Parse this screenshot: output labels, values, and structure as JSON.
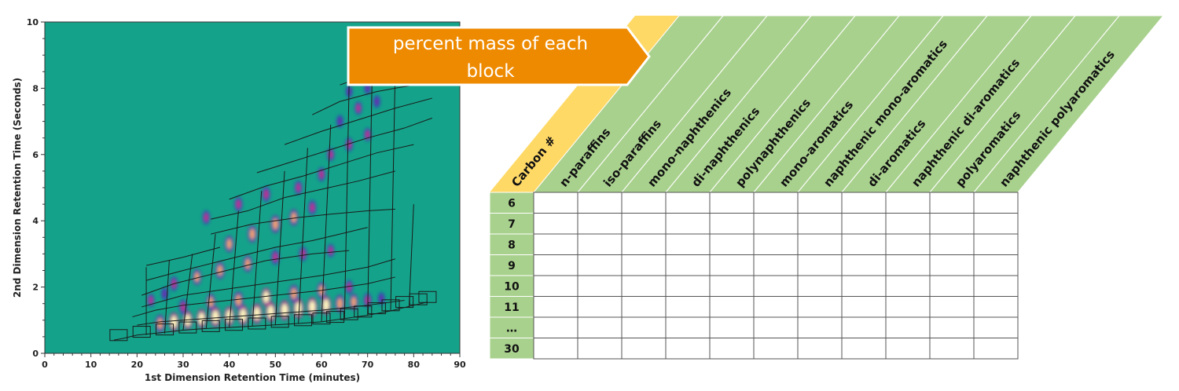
{
  "chart_data": {
    "type": "heatmap",
    "xlabel": "1st Dimension Retention Time (minutes)",
    "ylabel": "2nd Dimension Retention Time (Seconds)",
    "xlim": [
      0,
      90
    ],
    "ylim": [
      0,
      10
    ],
    "x_ticks": [
      "0",
      "10",
      "20",
      "30",
      "40",
      "50",
      "60",
      "70",
      "80",
      "90"
    ],
    "y_ticks": [
      "0",
      "2",
      "4",
      "6",
      "8",
      "10"
    ],
    "background_color": "#14a38a",
    "intensity_colors": [
      "#2b3fb8",
      "#6a2fb0",
      "#c03090",
      "#f0a070",
      "#fff6c0"
    ],
    "region_outline_color": "#1a1a1a",
    "boxes": [
      {
        "x": 16,
        "y": 0.55
      },
      {
        "x": 21,
        "y": 0.65
      },
      {
        "x": 26,
        "y": 0.72
      },
      {
        "x": 31,
        "y": 0.78
      },
      {
        "x": 36,
        "y": 0.82
      },
      {
        "x": 41,
        "y": 0.86
      },
      {
        "x": 46,
        "y": 0.9
      },
      {
        "x": 51,
        "y": 0.95
      },
      {
        "x": 56,
        "y": 1.0
      },
      {
        "x": 60,
        "y": 1.05
      },
      {
        "x": 63,
        "y": 1.1
      },
      {
        "x": 66,
        "y": 1.18
      },
      {
        "x": 69,
        "y": 1.26
      },
      {
        "x": 72,
        "y": 1.36
      },
      {
        "x": 75,
        "y": 1.45
      },
      {
        "x": 78,
        "y": 1.55
      },
      {
        "x": 81,
        "y": 1.63
      },
      {
        "x": 83,
        "y": 1.7
      }
    ],
    "blobs": [
      {
        "x": 25,
        "y": 0.9,
        "i": 0.8
      },
      {
        "x": 28,
        "y": 0.95,
        "i": 0.9
      },
      {
        "x": 31,
        "y": 1.0,
        "i": 0.85
      },
      {
        "x": 34,
        "y": 1.05,
        "i": 0.9
      },
      {
        "x": 37,
        "y": 1.1,
        "i": 1.0
      },
      {
        "x": 40,
        "y": 1.12,
        "i": 0.95
      },
      {
        "x": 43,
        "y": 1.15,
        "i": 1.0
      },
      {
        "x": 46,
        "y": 1.2,
        "i": 1.0
      },
      {
        "x": 49,
        "y": 1.25,
        "i": 1.0
      },
      {
        "x": 52,
        "y": 1.3,
        "i": 1.0
      },
      {
        "x": 55,
        "y": 1.35,
        "i": 1.0
      },
      {
        "x": 58,
        "y": 1.4,
        "i": 0.95
      },
      {
        "x": 61,
        "y": 1.45,
        "i": 0.9
      },
      {
        "x": 64,
        "y": 1.5,
        "i": 0.8
      },
      {
        "x": 67,
        "y": 1.55,
        "i": 0.7
      },
      {
        "x": 70,
        "y": 1.6,
        "i": 0.55
      },
      {
        "x": 73,
        "y": 1.65,
        "i": 0.4
      },
      {
        "x": 30,
        "y": 1.4,
        "i": 0.6
      },
      {
        "x": 36,
        "y": 1.55,
        "i": 0.7
      },
      {
        "x": 42,
        "y": 1.6,
        "i": 0.8
      },
      {
        "x": 48,
        "y": 1.7,
        "i": 0.85
      },
      {
        "x": 54,
        "y": 1.8,
        "i": 0.8
      },
      {
        "x": 60,
        "y": 1.9,
        "i": 0.7
      },
      {
        "x": 66,
        "y": 2.0,
        "i": 0.5
      },
      {
        "x": 28,
        "y": 2.1,
        "i": 0.55
      },
      {
        "x": 33,
        "y": 2.3,
        "i": 0.65
      },
      {
        "x": 38,
        "y": 2.5,
        "i": 0.75
      },
      {
        "x": 44,
        "y": 2.7,
        "i": 0.7
      },
      {
        "x": 50,
        "y": 2.9,
        "i": 0.6
      },
      {
        "x": 56,
        "y": 3.0,
        "i": 0.55
      },
      {
        "x": 62,
        "y": 3.1,
        "i": 0.45
      },
      {
        "x": 40,
        "y": 3.3,
        "i": 0.7
      },
      {
        "x": 45,
        "y": 3.6,
        "i": 0.75
      },
      {
        "x": 50,
        "y": 3.9,
        "i": 0.8
      },
      {
        "x": 54,
        "y": 4.1,
        "i": 0.7
      },
      {
        "x": 58,
        "y": 4.4,
        "i": 0.55
      },
      {
        "x": 35,
        "y": 4.1,
        "i": 0.5
      },
      {
        "x": 42,
        "y": 4.5,
        "i": 0.55
      },
      {
        "x": 48,
        "y": 4.8,
        "i": 0.6
      },
      {
        "x": 55,
        "y": 5.0,
        "i": 0.5
      },
      {
        "x": 60,
        "y": 5.4,
        "i": 0.5
      },
      {
        "x": 62,
        "y": 6.0,
        "i": 0.45
      },
      {
        "x": 66,
        "y": 6.3,
        "i": 0.5
      },
      {
        "x": 70,
        "y": 6.6,
        "i": 0.45
      },
      {
        "x": 64,
        "y": 7.0,
        "i": 0.4
      },
      {
        "x": 68,
        "y": 7.4,
        "i": 0.45
      },
      {
        "x": 72,
        "y": 7.6,
        "i": 0.4
      },
      {
        "x": 66,
        "y": 7.9,
        "i": 0.35
      },
      {
        "x": 70,
        "y": 8.0,
        "i": 0.35
      },
      {
        "x": 23,
        "y": 1.6,
        "i": 0.45
      },
      {
        "x": 26,
        "y": 1.8,
        "i": 0.4
      }
    ],
    "outline_polylines": [
      [
        [
          15,
          0.4
        ],
        [
          17,
          0.45
        ],
        [
          20,
          0.55
        ],
        [
          25,
          0.62
        ],
        [
          30,
          0.7
        ],
        [
          35,
          0.75
        ],
        [
          40,
          0.78
        ],
        [
          45,
          0.82
        ],
        [
          50,
          0.86
        ],
        [
          55,
          0.9
        ],
        [
          60,
          0.95
        ],
        [
          65,
          1.05
        ],
        [
          70,
          1.15
        ],
        [
          75,
          1.28
        ],
        [
          80,
          1.45
        ],
        [
          83,
          1.55
        ]
      ],
      [
        [
          20,
          0.85
        ],
        [
          25,
          0.95
        ],
        [
          30,
          1.0
        ],
        [
          40,
          1.1
        ],
        [
          50,
          1.2
        ],
        [
          60,
          1.3
        ],
        [
          70,
          1.45
        ],
        [
          78,
          1.6
        ]
      ],
      [
        [
          19,
          1.1
        ],
        [
          24,
          1.3
        ],
        [
          30,
          1.45
        ],
        [
          40,
          1.6
        ],
        [
          50,
          1.75
        ],
        [
          60,
          1.9
        ],
        [
          70,
          2.1
        ],
        [
          76,
          2.3
        ]
      ],
      [
        [
          21,
          1.4
        ],
        [
          30,
          1.75
        ],
        [
          40,
          1.95
        ],
        [
          50,
          2.15
        ],
        [
          60,
          2.35
        ],
        [
          70,
          2.6
        ],
        [
          76,
          2.85
        ]
      ],
      [
        [
          21,
          1.75
        ],
        [
          28,
          2.1
        ],
        [
          38,
          2.45
        ],
        [
          48,
          2.8
        ],
        [
          58,
          3.0
        ],
        [
          66,
          3.1
        ]
      ],
      [
        [
          22,
          2.2
        ],
        [
          30,
          2.5
        ],
        [
          40,
          2.85
        ],
        [
          50,
          3.2
        ],
        [
          58,
          3.4
        ],
        [
          64,
          3.6
        ],
        [
          70,
          3.8
        ]
      ],
      [
        [
          22,
          2.65
        ],
        [
          30,
          2.9
        ],
        [
          38,
          3.2
        ]
      ],
      [
        [
          36,
          3.6
        ],
        [
          45,
          3.9
        ],
        [
          55,
          4.1
        ],
        [
          62,
          4.2
        ],
        [
          70,
          4.3
        ],
        [
          76,
          4.35
        ]
      ],
      [
        [
          36,
          4.05
        ],
        [
          44,
          4.3
        ],
        [
          52,
          4.7
        ],
        [
          60,
          4.95
        ],
        [
          68,
          5.2
        ],
        [
          76,
          5.5
        ]
      ],
      [
        [
          40,
          4.65
        ],
        [
          48,
          5.05
        ],
        [
          56,
          5.35
        ],
        [
          64,
          5.7
        ],
        [
          72,
          6.05
        ],
        [
          80,
          6.3
        ]
      ],
      [
        [
          46,
          5.45
        ],
        [
          54,
          5.8
        ],
        [
          62,
          6.15
        ],
        [
          70,
          6.5
        ],
        [
          78,
          6.8
        ],
        [
          84,
          7.1
        ]
      ],
      [
        [
          52,
          6.3
        ],
        [
          60,
          6.7
        ],
        [
          68,
          7.05
        ],
        [
          76,
          7.4
        ],
        [
          84,
          7.7
        ]
      ],
      [
        [
          58,
          7.2
        ],
        [
          64,
          7.6
        ],
        [
          72,
          7.9
        ],
        [
          80,
          8.1
        ],
        [
          86,
          8.35
        ]
      ],
      [
        [
          64,
          8.1
        ],
        [
          70,
          8.4
        ],
        [
          78,
          8.6
        ]
      ]
    ],
    "outline_verticals": [
      [
        [
          22,
          0.55
        ],
        [
          22,
          2.6
        ]
      ],
      [
        [
          26,
          0.6
        ],
        [
          27,
          2.8
        ]
      ],
      [
        [
          30,
          0.7
        ],
        [
          32,
          3.0
        ]
      ],
      [
        [
          35,
          0.75
        ],
        [
          37,
          3.6
        ]
      ],
      [
        [
          40,
          0.78
        ],
        [
          42,
          4.3
        ]
      ],
      [
        [
          45,
          0.82
        ],
        [
          47,
          4.9
        ]
      ],
      [
        [
          50,
          0.86
        ],
        [
          52,
          5.5
        ]
      ],
      [
        [
          55,
          0.9
        ],
        [
          57,
          6.2
        ]
      ],
      [
        [
          60,
          0.95
        ],
        [
          62,
          6.9
        ]
      ],
      [
        [
          65,
          1.05
        ],
        [
          66,
          8.2
        ]
      ],
      [
        [
          70,
          1.15
        ],
        [
          71,
          8.5
        ]
      ],
      [
        [
          75,
          1.28
        ],
        [
          76,
          8.6
        ]
      ],
      [
        [
          79,
          1.4
        ],
        [
          80,
          4.5
        ]
      ]
    ]
  },
  "callout": {
    "line1": "percent mass of each",
    "line2": "block",
    "color": "#ee8a00",
    "border": "#ffffff"
  },
  "table": {
    "corner_header": "Carbon #",
    "header_color": "#a9d18e",
    "corner_color": "#ffd966",
    "row_label_color": "#a9d18e",
    "columns": [
      "n-paraffins",
      "iso-paraffins",
      "mono-naphthenics",
      "di-naphthenics",
      "polynaphthenics",
      "mono-aromatics",
      "naphthenic mono-aromatics",
      "di-aromatics",
      "naphthenic di-aromatics",
      "polyaromatics",
      "naphthenic polyaromatics"
    ],
    "rows": [
      "6",
      "7",
      "8",
      "9",
      "10",
      "11",
      "…",
      "30"
    ]
  }
}
